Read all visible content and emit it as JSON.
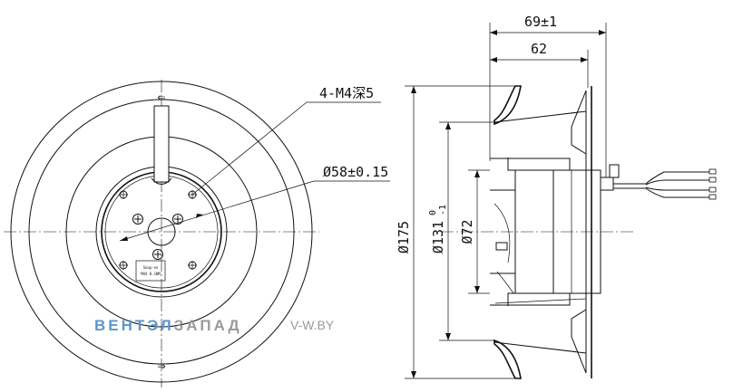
{
  "drawing": {
    "front_view": {
      "rotation_arrow_top": "⇐",
      "rotation_arrow_bottom": "⇒",
      "label_small_1": "Snap-on",
      "label_small_2": "MAX 0.1NM"
    },
    "callouts": {
      "thread": "4-M4深5",
      "bolt_circle": "Ø58±0.15"
    },
    "dimensions": {
      "overall_depth": "69±1",
      "impeller_depth": "62",
      "outer_diameter": "Ø175",
      "inlet_diameter": "Ø131",
      "inlet_tol_upper": "0",
      "inlet_tol_lower": "-1",
      "motor_diameter": "Ø72"
    },
    "watermark": {
      "brand_part1": "ВЕНТЭЛ",
      "brand_part2": "ЗАПАД",
      "site": "V-W.BY"
    }
  }
}
